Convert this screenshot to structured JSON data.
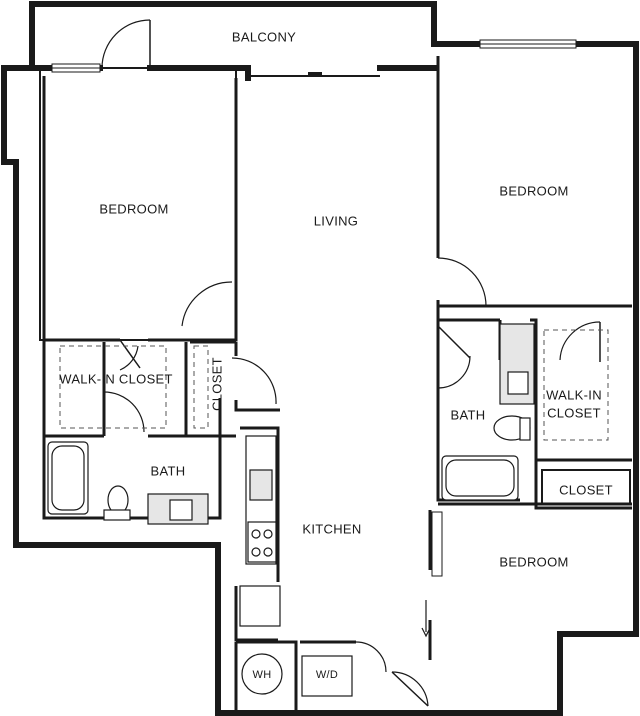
{
  "rooms": {
    "balcony": "BALCONY",
    "living": "LIVING",
    "bedroom_left": "BEDROOM",
    "bedroom_right_top": "BEDROOM",
    "bedroom_right_bottom": "BEDROOM",
    "walk_in_closet_left": "WALK-IN CLOSET",
    "walk_in_closet_right_line1": "WALK-IN",
    "walk_in_closet_right_line2": "CLOSET",
    "closet_vertical": "CLOSET",
    "closet_right": "CLOSET",
    "bath_left": "BATH",
    "bath_right": "BATH",
    "kitchen": "KITCHEN"
  },
  "fixtures": {
    "water_heater": "WH",
    "washer_dryer": "W/D"
  },
  "colors": {
    "wall": "#1a1a1a",
    "fixture_fill": "#e6e6e6",
    "background": "#ffffff"
  }
}
